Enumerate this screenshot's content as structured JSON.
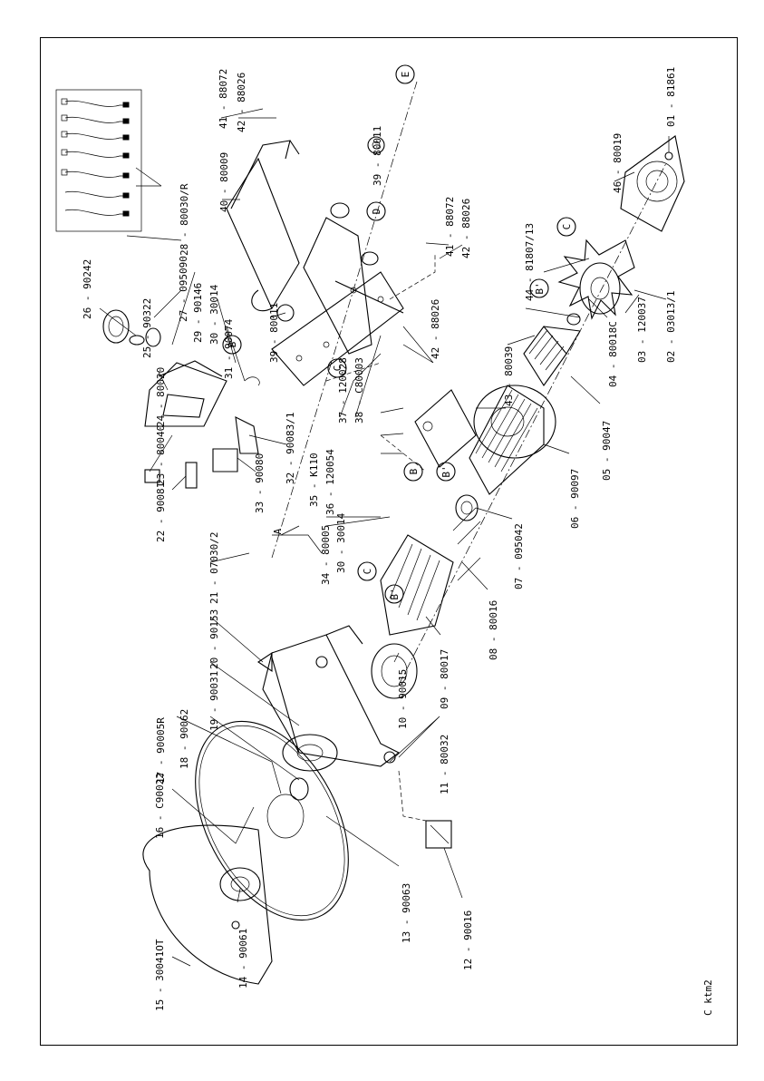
{
  "footer": {
    "code": "C ktm2"
  },
  "callout_letters": {
    "A": "A",
    "B": "B",
    "Bp": "B'",
    "C": "C",
    "D": "D",
    "E": "E"
  },
  "parts": [
    {
      "id": "p01",
      "label": "01 - 81861"
    },
    {
      "id": "p02",
      "label": "02 - 03013/1"
    },
    {
      "id": "p03",
      "label": "03 - 120037"
    },
    {
      "id": "p04",
      "label": "04 - 80018C"
    },
    {
      "id": "p05",
      "label": "05 - 90047"
    },
    {
      "id": "p06",
      "label": "06 - 90097"
    },
    {
      "id": "p07",
      "label": "07 - 095042"
    },
    {
      "id": "p08",
      "label": "08 - 80016"
    },
    {
      "id": "p09",
      "label": "09 - 80017"
    },
    {
      "id": "p10",
      "label": "10 - 90015"
    },
    {
      "id": "p11",
      "label": "11 - 80032"
    },
    {
      "id": "p12",
      "label": "12 - 90016"
    },
    {
      "id": "p13",
      "label": "13 - 90063"
    },
    {
      "id": "p14",
      "label": "14 - 90061"
    },
    {
      "id": "p15",
      "label": "15 - 30041OT"
    },
    {
      "id": "p16",
      "label": "16 - C90022"
    },
    {
      "id": "p17",
      "label": "17 - 90005R"
    },
    {
      "id": "p18",
      "label": "18 - 90062"
    },
    {
      "id": "p19",
      "label": "19 - 90031"
    },
    {
      "id": "p20",
      "label": "20 - 90153"
    },
    {
      "id": "p21",
      "label": "21 - 07030/2"
    },
    {
      "id": "p22",
      "label": "22 - 90081"
    },
    {
      "id": "p23",
      "label": "23 - 80040"
    },
    {
      "id": "p24",
      "label": "24 - 80020"
    },
    {
      "id": "p25",
      "label": "25 - 90322"
    },
    {
      "id": "p26",
      "label": "26 - 90242"
    },
    {
      "id": "p27",
      "label": "27 - 095090"
    },
    {
      "id": "p28",
      "label": "28 - 80030/R"
    },
    {
      "id": "p29",
      "label": "29 - 90146"
    },
    {
      "id": "p30a",
      "label": "30 - 30014"
    },
    {
      "id": "p30b",
      "label": "30 - 30014"
    },
    {
      "id": "p31",
      "label": "31 - 90074"
    },
    {
      "id": "p32",
      "label": "32 - 90083/1"
    },
    {
      "id": "p33",
      "label": "33 - 90080"
    },
    {
      "id": "p34",
      "label": "34 - 80005"
    },
    {
      "id": "p35",
      "label": "35 - K110"
    },
    {
      "id": "p36",
      "label": "36 - 120054"
    },
    {
      "id": "p37",
      "label": "37 - 120028"
    },
    {
      "id": "p38",
      "label": "38 - C80003"
    },
    {
      "id": "p39a",
      "label": "39 - 80011"
    },
    {
      "id": "p39b",
      "label": "39 - 80011"
    },
    {
      "id": "p40",
      "label": "40 - 80009"
    },
    {
      "id": "p41a",
      "label": "41 - 88072"
    },
    {
      "id": "p41b",
      "label": "41 - 88072"
    },
    {
      "id": "p42a",
      "label": "42 - 88026"
    },
    {
      "id": "p42b",
      "label": "42 - 88026"
    },
    {
      "id": "p42c",
      "label": "42 - 88026"
    },
    {
      "id": "p43",
      "label": "43 - 80039"
    },
    {
      "id": "p44",
      "label": "44 - 81807/13"
    },
    {
      "id": "p46",
      "label": "46 - 80019"
    }
  ]
}
